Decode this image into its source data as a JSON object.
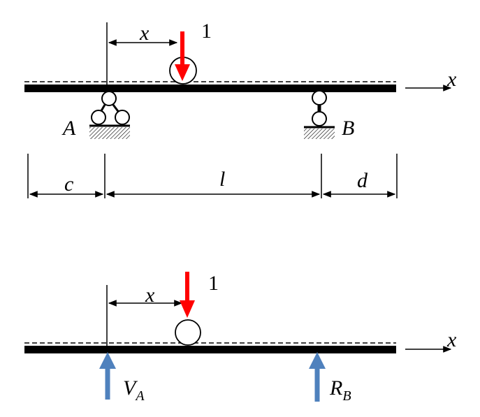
{
  "upper": {
    "load_value": "1",
    "dim_x": "x",
    "axis_label": "x",
    "support_a": "A",
    "support_b": "B",
    "dim_c": "c",
    "dim_l": "l",
    "dim_d": "d"
  },
  "lower": {
    "load_value": "1",
    "dim_x": "x",
    "axis_label": "x",
    "reaction_a_main": "V",
    "reaction_a_sub": "A",
    "reaction_b_main": "R",
    "reaction_b_sub": "B"
  },
  "colors": {
    "load_arrow": "#ff0000",
    "reaction_arrow": "#4f81bd",
    "beam": "#000000"
  }
}
